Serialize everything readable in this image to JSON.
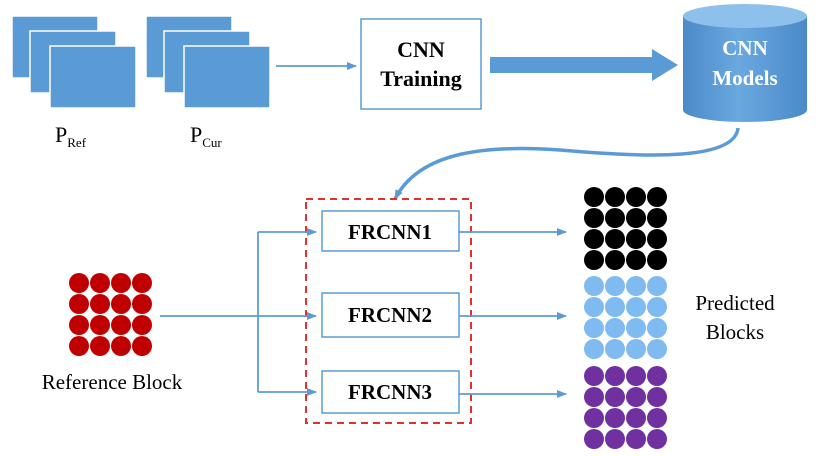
{
  "frames": {
    "p_ref": {
      "main": "P",
      "sub": "Ref"
    },
    "p_cur": {
      "main": "P",
      "sub": "Cur"
    }
  },
  "cnn_training": {
    "line1": "CNN",
    "line2": "Training"
  },
  "cnn_models": {
    "line1": "CNN",
    "line2": "Models"
  },
  "frcnn_boxes": [
    {
      "label": "FRCNN1"
    },
    {
      "label": "FRCNN2"
    },
    {
      "label": "FRCNN3"
    }
  ],
  "reference_block": {
    "label": "Reference Block",
    "color": "#C00000"
  },
  "predicted_blocks": {
    "line1": "Predicted",
    "line2": "Blocks",
    "colors": [
      "#000000",
      "#7FBAF0",
      "#7030A0"
    ]
  },
  "colors": {
    "frame_fill": "#5B9BD5",
    "arrow": "#5B9BD5",
    "box_border": "#5B9BD5",
    "dashed_border": "#E03030"
  }
}
